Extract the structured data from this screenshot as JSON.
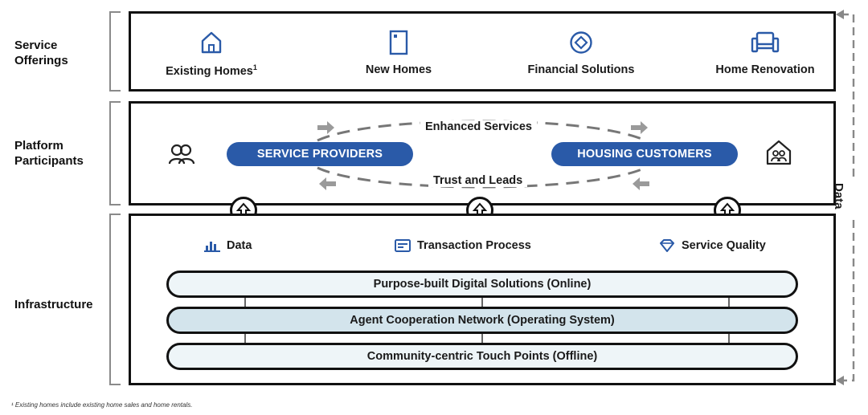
{
  "rows": {
    "service_offerings": "Service\nOfferings",
    "platform_participants": "Platform\nParticipants",
    "infrastructure": "Infrastructure"
  },
  "offerings": [
    {
      "label": "Existing Homes",
      "sup": "1",
      "icon": "house-outline-icon"
    },
    {
      "label": "New Homes",
      "sup": "",
      "icon": "building-icon"
    },
    {
      "label": "Financial Solutions",
      "sup": "",
      "icon": "diamond-circle-icon"
    },
    {
      "label": "Home Renovation",
      "sup": "",
      "icon": "sofa-icon"
    }
  ],
  "platform": {
    "left_pill": "SERVICE PROVIDERS",
    "right_pill": "HOUSING CUSTOMERS",
    "top_flow": "Enhanced Services",
    "bottom_flow": "Trust and Leads",
    "left_icon": "people-icon",
    "right_icon": "family-house-icon"
  },
  "infrastructure": {
    "metrics": [
      {
        "label": "Data",
        "icon": "bar-chart-icon"
      },
      {
        "label": "Transaction Process",
        "icon": "card-icon"
      },
      {
        "label": "Service Quality",
        "icon": "gem-icon"
      }
    ],
    "layers": [
      {
        "label": "Purpose-built Digital Solutions (Online)"
      },
      {
        "label": "Agent Cooperation Network (Operating System)"
      },
      {
        "label": "Community-centric Touch Points (Offline)"
      }
    ]
  },
  "side_label": "Data",
  "footnote": "¹ Existing homes include existing home sales and home rentals.",
  "colors": {
    "accent": "#2a5aa8",
    "layer_light": "#eef5f8",
    "layer_mid": "#d3e4ec"
  }
}
